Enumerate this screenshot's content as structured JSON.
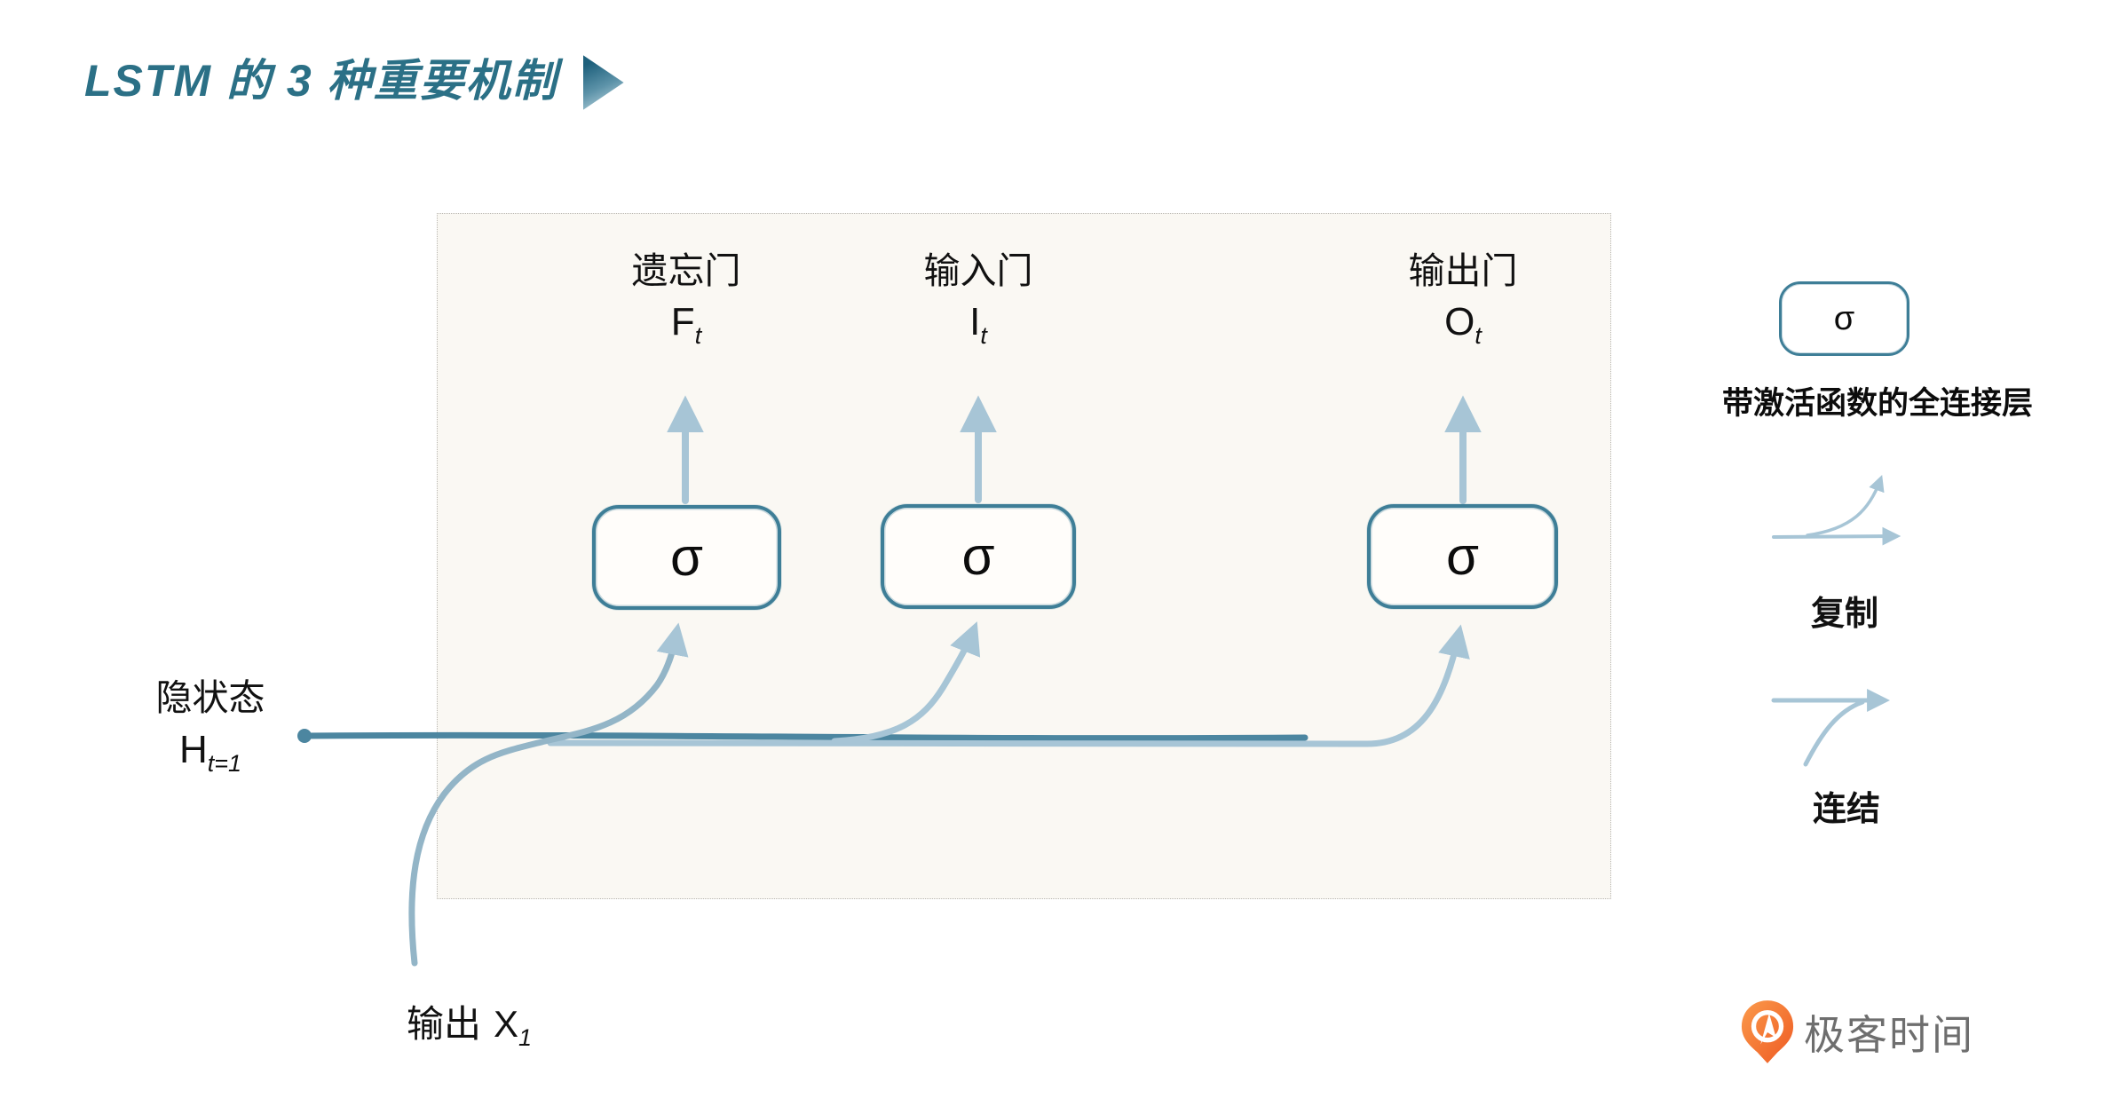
{
  "title": {
    "text": "LSTM 的 3 种重要机制"
  },
  "diagram": {
    "gates": [
      {
        "name": "遗忘门",
        "symbol": "F",
        "sub": "t",
        "activation": "σ"
      },
      {
        "name": "输入门",
        "symbol": "I",
        "sub": "t",
        "activation": "σ"
      },
      {
        "name": "输出门",
        "symbol": "O",
        "sub": "t",
        "activation": "σ"
      }
    ],
    "hidden_state": {
      "label": "隐状态",
      "symbol": "H",
      "sub": "t=1"
    },
    "input": {
      "label": "输出",
      "symbol": "X",
      "sub": "1"
    }
  },
  "legend": {
    "activation": {
      "symbol": "σ",
      "label": "带激活函数的全连接层"
    },
    "copy": {
      "label": "复制"
    },
    "concat": {
      "label": "连结"
    }
  },
  "footer": {
    "brand": "极客时间"
  },
  "colors": {
    "title_teal": "#2b7086",
    "box_border_teal": "#3e7e97",
    "wire_dark": "#4c86a0",
    "wire_light": "#a7c5d6",
    "wire_medium": "#93b5c7",
    "container_bg": "#faf8f3",
    "container_border": "#b9b7b2",
    "brand_orange": "#f06a2b",
    "brand_gray": "#6e6e6e"
  }
}
